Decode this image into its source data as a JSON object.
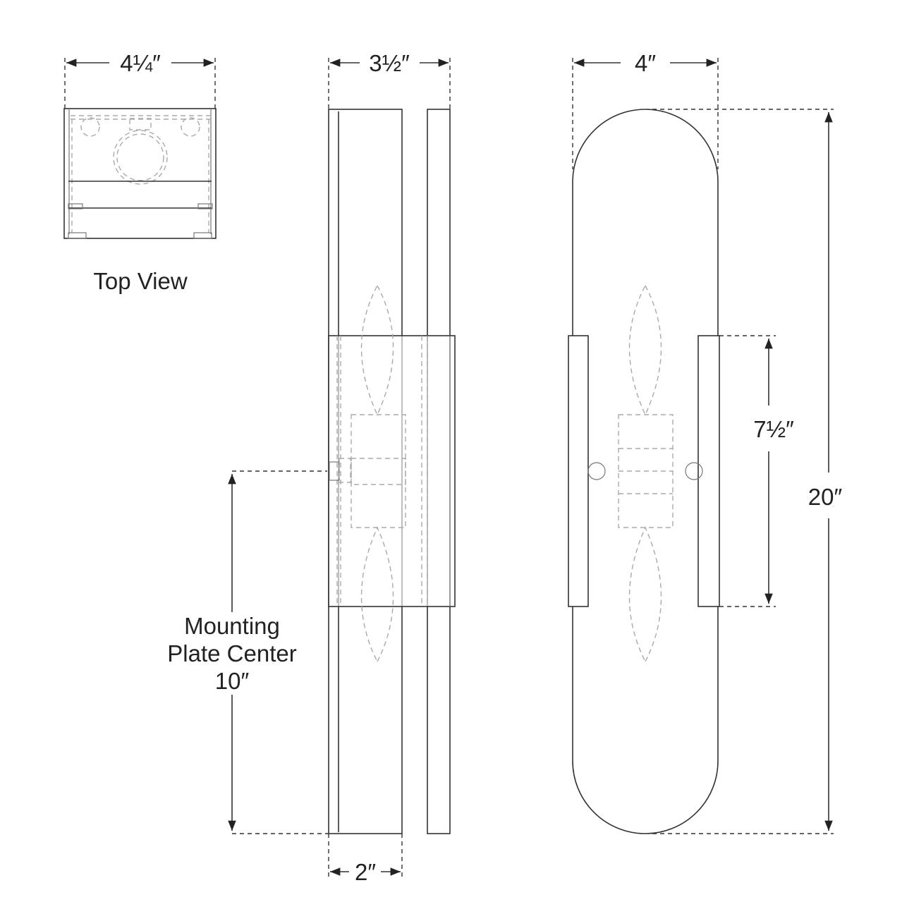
{
  "top_view": {
    "width_label": "4¼″",
    "title": "Top View"
  },
  "side_view": {
    "depth_label": "3½″",
    "base_label": "2″",
    "mount_label_line1": "Mounting",
    "mount_label_line2": "Plate Center",
    "mount_label_line3": "10″"
  },
  "front_view": {
    "width_label": "4″",
    "height_label": "20″",
    "plate_height_label": "7½″"
  }
}
